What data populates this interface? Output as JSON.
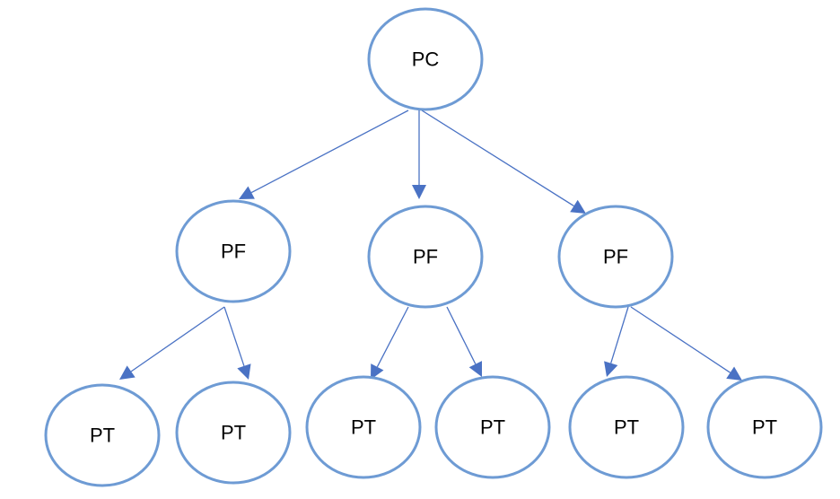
{
  "nodes": [
    {
      "id": "pc",
      "label": "PC"
    },
    {
      "id": "pf1",
      "label": "PF"
    },
    {
      "id": "pf2",
      "label": "PF"
    },
    {
      "id": "pf3",
      "label": "PF"
    },
    {
      "id": "pt1",
      "label": "PT"
    },
    {
      "id": "pt2",
      "label": "PT"
    },
    {
      "id": "pt3",
      "label": "PT"
    },
    {
      "id": "pt4",
      "label": "PT"
    },
    {
      "id": "pt5",
      "label": "PT"
    },
    {
      "id": "pt6",
      "label": "PT"
    }
  ],
  "edges": [
    {
      "from": "pc",
      "to": "pf1"
    },
    {
      "from": "pc",
      "to": "pf2"
    },
    {
      "from": "pc",
      "to": "pf3"
    },
    {
      "from": "pf1",
      "to": "pt1"
    },
    {
      "from": "pf1",
      "to": "pt2"
    },
    {
      "from": "pf2",
      "to": "pt3"
    },
    {
      "from": "pf2",
      "to": "pt4"
    },
    {
      "from": "pf3",
      "to": "pt5"
    },
    {
      "from": "pf3",
      "to": "pt6"
    }
  ],
  "colors": {
    "node_outline": "#6e9bd4",
    "edge": "#4a72c4",
    "text": "#000000",
    "background": "#ffffff"
  }
}
